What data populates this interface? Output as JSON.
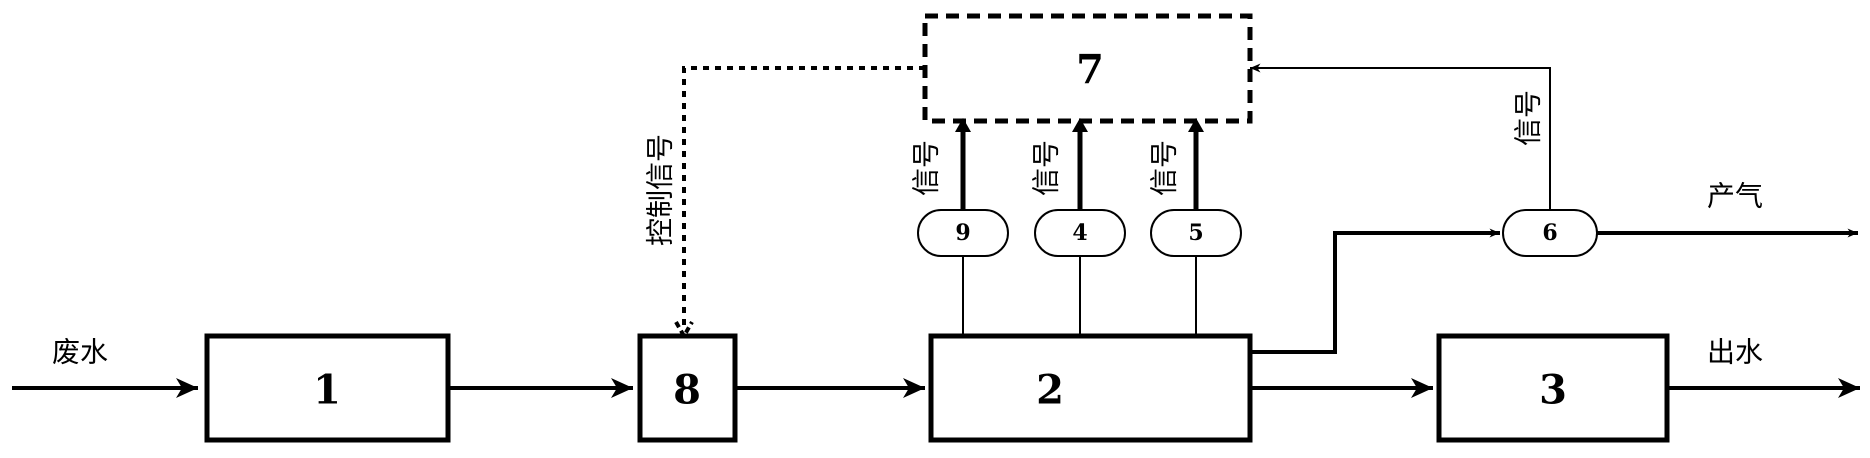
{
  "units": {
    "u1": "1",
    "u2": "2",
    "u3": "3",
    "u7": "7",
    "u8": "8"
  },
  "sensors": {
    "s9": "9",
    "s4": "4",
    "s5": "5",
    "s6": "6"
  },
  "labels": {
    "inflow": "废水",
    "outflow": "出水",
    "gas": "产气",
    "control_signal": "控制信号",
    "signal": "信号"
  }
}
